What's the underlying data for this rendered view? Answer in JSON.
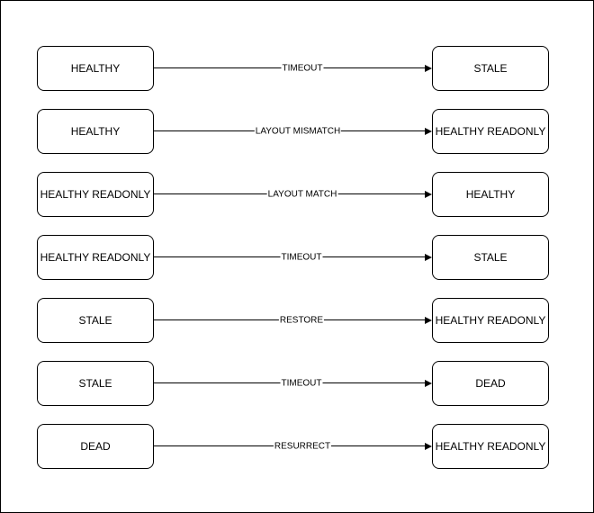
{
  "transitions": [
    {
      "from": "HEALTHY",
      "label": "TIMEOUT",
      "to": "STALE"
    },
    {
      "from": "HEALTHY",
      "label": "LAYOUT MISMATCH",
      "to": "HEALTHY READONLY"
    },
    {
      "from": "HEALTHY READONLY",
      "label": "LAYOUT MATCH",
      "to": "HEALTHY"
    },
    {
      "from": "HEALTHY READONLY",
      "label": "TIMEOUT",
      "to": "STALE"
    },
    {
      "from": "STALE",
      "label": "RESTORE",
      "to": "HEALTHY READONLY"
    },
    {
      "from": "STALE",
      "label": "TIMEOUT",
      "to": "DEAD"
    },
    {
      "from": "DEAD",
      "label": "RESURRECT",
      "to": "HEALTHY READONLY"
    }
  ]
}
